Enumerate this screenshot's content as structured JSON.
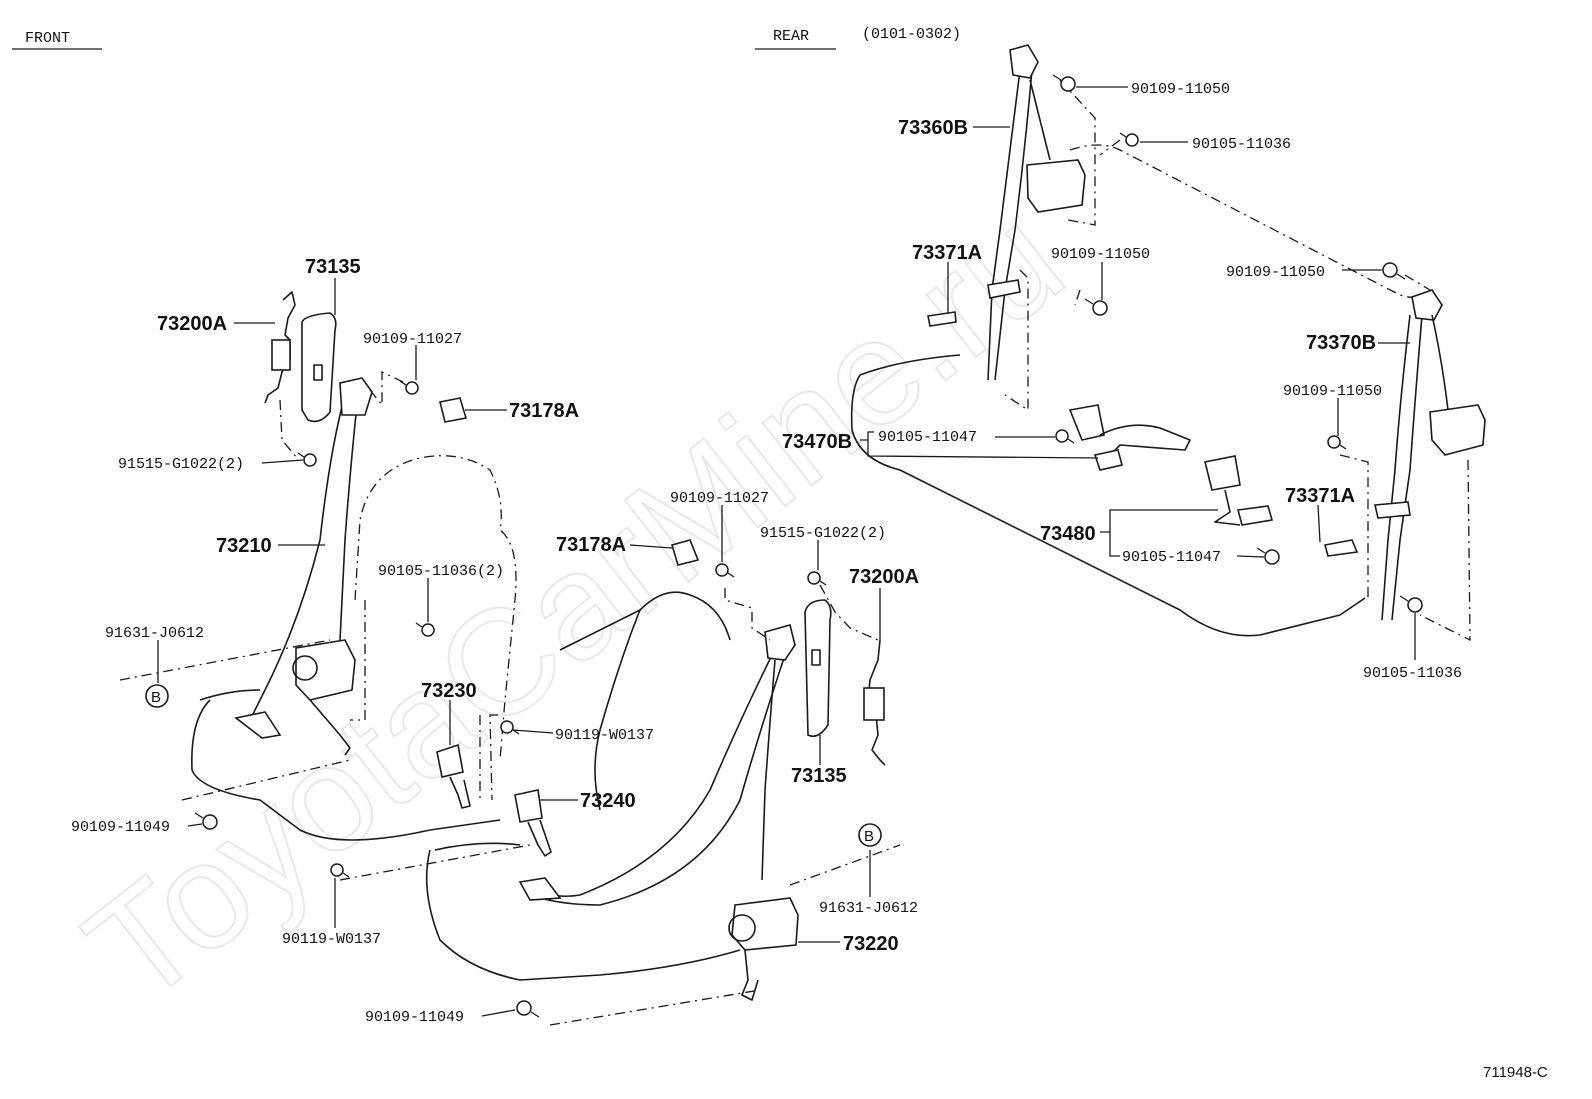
{
  "watermark": "ToyotaCarMine.ru",
  "sections": {
    "front": "FRONT",
    "rear": "REAR",
    "rear_range": "(0101-0302)"
  },
  "diagram_code": "711948-C",
  "callout_mark": "B",
  "labels": {
    "p73135_upper": "73135",
    "p73200A_upper": "73200A",
    "p90109_11027_left": "90109-11027",
    "p73178A_left": "73178A",
    "p91515_left": "91515-G1022(2)",
    "p73210": "73210",
    "p90105_11036_2": "90105-11036(2)",
    "p91631_left": "91631-J0612",
    "p73230": "73230",
    "p90119_W0137_mid": "90119-W0137",
    "p73240": "73240",
    "p90109_11049_left": "90109-11049",
    "p90119_W0137_low": "90119-W0137",
    "p90109_11027_mid": "90109-11027",
    "p73178A_mid": "73178A",
    "p91515_mid": "91515-G1022(2)",
    "p73200A_right": "73200A",
    "p73135_lower": "73135",
    "p91631_right": "91631-J0612",
    "p73220": "73220",
    "p90109_11049_low": "90109-11049",
    "p90109_11050_top": "90109-11050",
    "p73360B": "73360B",
    "p90105_11036_top": "90105-11036",
    "p73371A_left": "73371A",
    "p90109_11050_mid": "90109-11050",
    "p90109_11050_right": "90109-11050",
    "p73370B": "73370B",
    "p90109_11050_low": "90109-11050",
    "p73470B": "73470B",
    "p90105_11047_upper": "90105-11047",
    "p73371A_right": "73371A",
    "p73480": "73480",
    "p90105_11047_lower": "90105-11047",
    "p90105_11036_bottom": "90105-11036"
  }
}
